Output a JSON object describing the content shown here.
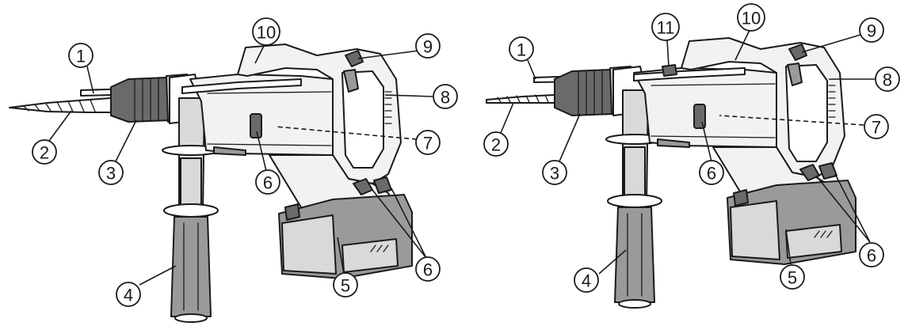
{
  "diagrams": [
    {
      "id": "left",
      "callouts": [
        {
          "label": "1"
        },
        {
          "label": "2"
        },
        {
          "label": "3"
        },
        {
          "label": "4"
        },
        {
          "label": "5"
        },
        {
          "label": "6"
        },
        {
          "label": "6"
        },
        {
          "label": "7"
        },
        {
          "label": "8"
        },
        {
          "label": "9"
        },
        {
          "label": "10"
        }
      ]
    },
    {
      "id": "right",
      "callouts": [
        {
          "label": "1"
        },
        {
          "label": "2"
        },
        {
          "label": "3"
        },
        {
          "label": "4"
        },
        {
          "label": "5"
        },
        {
          "label": "6"
        },
        {
          "label": "6"
        },
        {
          "label": "7"
        },
        {
          "label": "8"
        },
        {
          "label": "9"
        },
        {
          "label": "10"
        },
        {
          "label": "11"
        }
      ]
    }
  ]
}
